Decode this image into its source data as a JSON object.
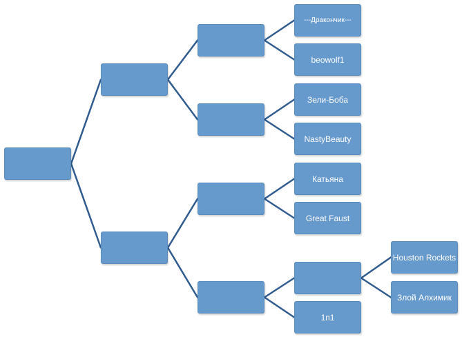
{
  "accent_color": "#6699cc",
  "line_color": "#2f5b8f",
  "tree": {
    "root": {
      "label": ""
    },
    "level1": [
      {
        "label": ""
      },
      {
        "label": ""
      }
    ],
    "level2": [
      {
        "label": ""
      },
      {
        "label": ""
      },
      {
        "label": ""
      },
      {
        "label": ""
      }
    ],
    "level3": [
      {
        "label": "---Дракончик---"
      },
      {
        "label": "beowolf1"
      },
      {
        "label": "Зели-Боба"
      },
      {
        "label": "NastyBeauty"
      },
      {
        "label": "Катьяна"
      },
      {
        "label": "Great Faust"
      },
      {
        "label": ""
      },
      {
        "label": "1п1"
      }
    ],
    "level4": [
      {
        "label": "Houston Rockets"
      },
      {
        "label": "Злой Алхимик"
      }
    ]
  }
}
